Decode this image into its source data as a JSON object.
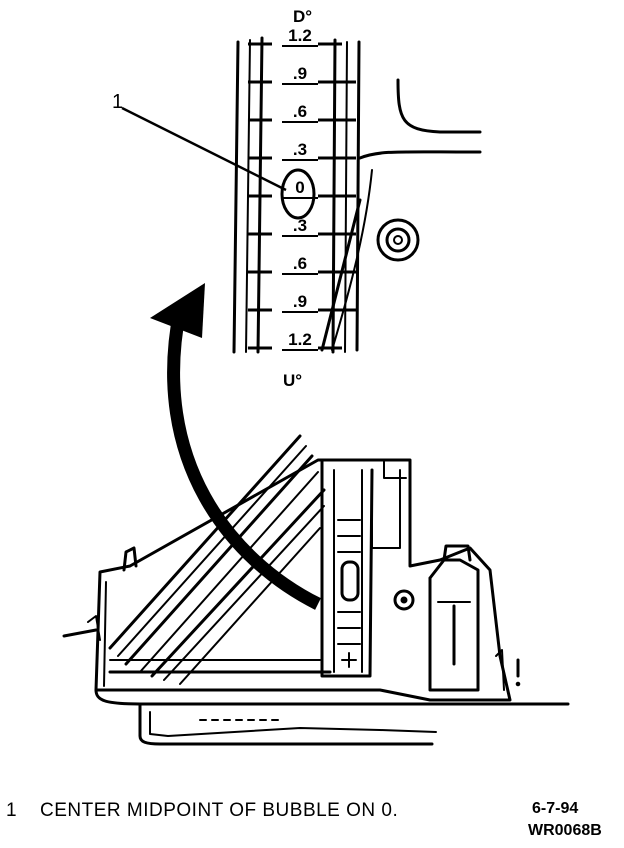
{
  "scale": {
    "top_label": "D°",
    "bottom_label": "U°",
    "marks": [
      "1.2",
      ".9",
      ".6",
      ".3",
      "0",
      ".3",
      ".6",
      ".9",
      "1.2"
    ]
  },
  "callout_number": "1",
  "legend": {
    "number": "1",
    "text": "CENTER MIDPOINT OF BUBBLE ON 0."
  },
  "date": "6-7-94",
  "figure_id": "WR0068B",
  "colors": {
    "ink": "#000000",
    "paper": "#ffffff"
  }
}
